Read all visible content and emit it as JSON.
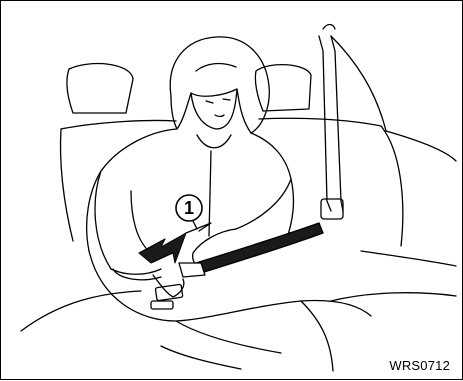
{
  "figure": {
    "callout_number": "1",
    "figure_code": "WRS0712",
    "icons": [
      "seatbelt-illustration",
      "arrow-icon"
    ],
    "colors": {
      "ink": "#000000",
      "belt": "#1a1a1a",
      "background": "#ffffff",
      "arrow": "#1a1a1a"
    }
  }
}
